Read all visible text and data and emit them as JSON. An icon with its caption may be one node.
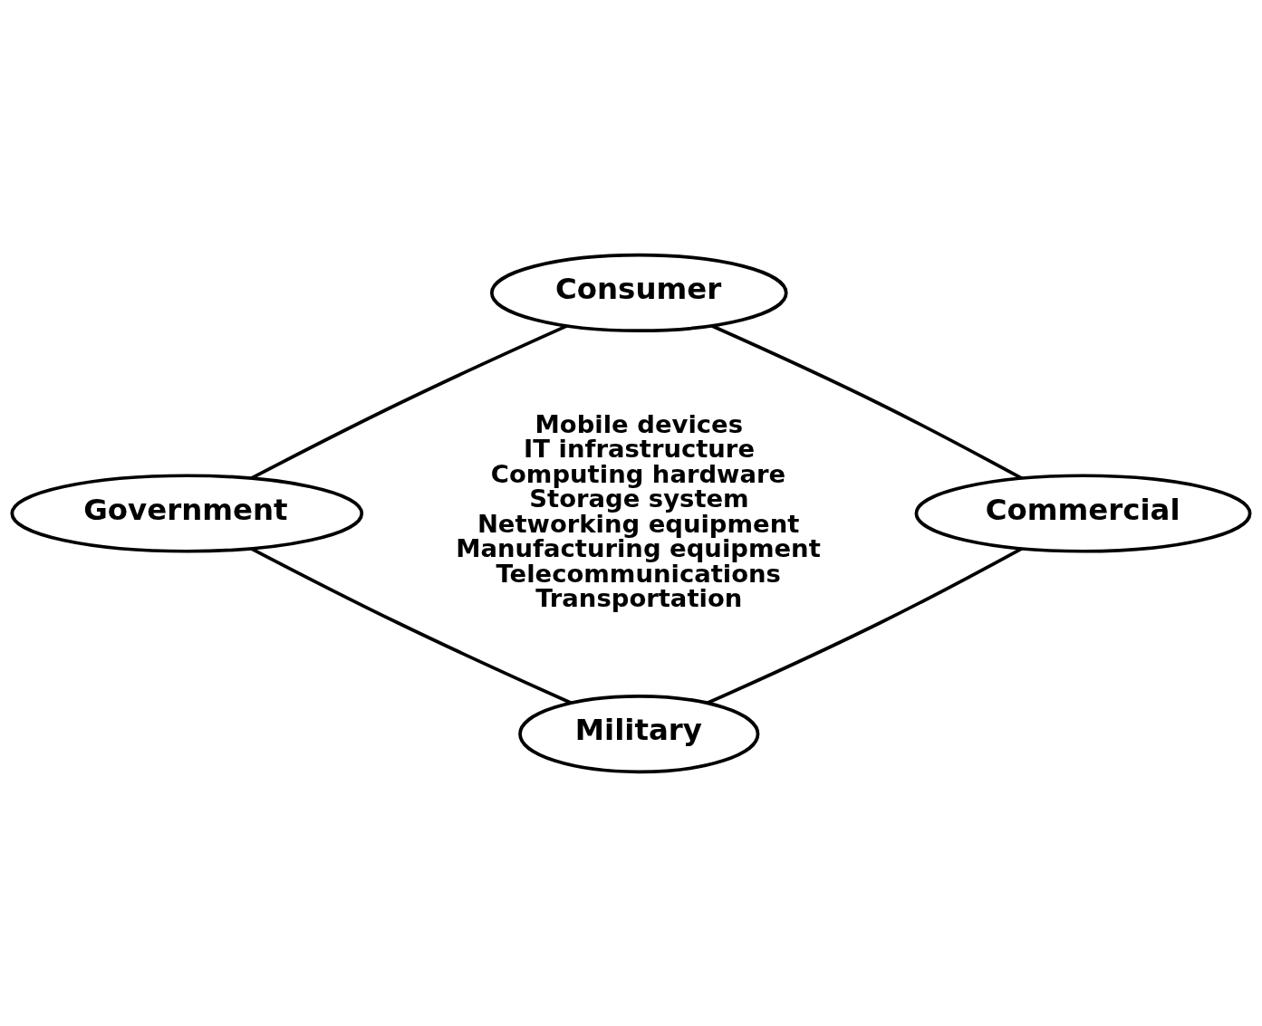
{
  "diagram": {
    "nodes": [
      {
        "text": [
          "Consumer"
        ]
      },
      {
        "text": [
          "Government"
        ]
      },
      {
        "text": [
          "Commercial"
        ]
      },
      {
        "text": [
          "Military"
        ]
      }
    ],
    "edges": [
      {
        "from": 0,
        "to": 2,
        "arrow": "none"
      },
      {
        "from": 2,
        "to": 3,
        "arrow": "none"
      },
      {
        "from": 3,
        "to": 1,
        "arrow": "none"
      },
      {
        "from": 1,
        "to": 0,
        "arrow": "none"
      }
    ],
    "labels": [
      "Mobile devices",
      "IT infrastructure",
      "Computing hardware",
      "Storage system",
      "Networking equipment",
      "Manufacturing equipment",
      "Telecommunications",
      "Transportation"
    ]
  }
}
